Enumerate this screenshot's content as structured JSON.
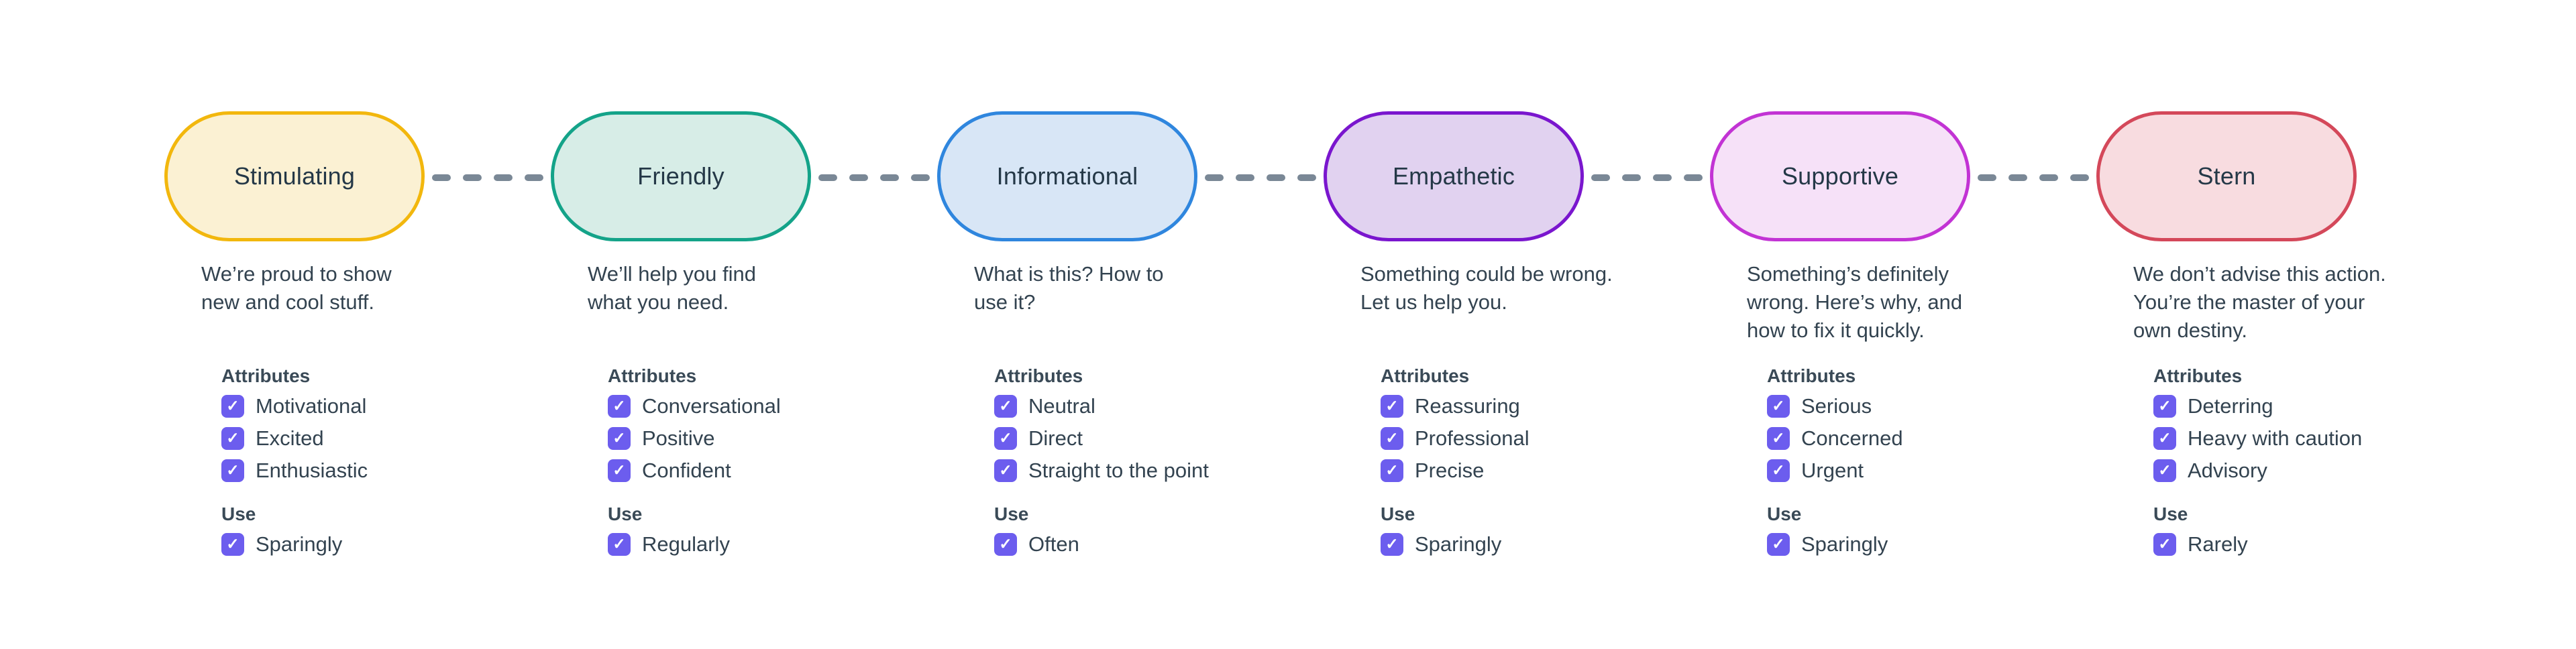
{
  "labels": {
    "attributes": "Attributes",
    "use": "Use"
  },
  "checkmark": "✓",
  "colors": {
    "dash": "#7A8896",
    "checkbox": "#6C5DEE",
    "text": "#334350",
    "heading": "#3A4A57"
  },
  "tones": [
    {
      "label": "Stimulating",
      "description": "We’re proud to show\nnew and cool stuff.",
      "border_color": "#F2B70D",
      "fill_color": "#FBF1D3",
      "attributes": [
        "Motivational",
        "Excited",
        "Enthusiastic"
      ],
      "use": "Sparingly"
    },
    {
      "label": "Friendly",
      "description": "We’ll help you find\nwhat you need.",
      "border_color": "#14A389",
      "fill_color": "#D7EDE7",
      "attributes": [
        "Conversational",
        "Positive",
        "Confident"
      ],
      "use": "Regularly"
    },
    {
      "label": "Informational",
      "description": "What is this? How to\nuse it?",
      "border_color": "#2F86DE",
      "fill_color": "#D8E6F6",
      "attributes": [
        "Neutral",
        "Direct",
        "Straight to the point"
      ],
      "use": "Often"
    },
    {
      "label": "Empathetic",
      "description": "Something could be wrong.\nLet us help you.",
      "border_color": "#7A16CE",
      "fill_color": "#E1D2F0",
      "attributes": [
        "Reassuring",
        "Professional",
        "Precise"
      ],
      "use": "Sparingly"
    },
    {
      "label": "Supportive",
      "description": "Something’s definitely\nwrong. Here’s why, and\nhow to fix it quickly.",
      "border_color": "#C233D4",
      "fill_color": "#F6E1F8",
      "attributes": [
        "Serious",
        "Concerned",
        "Urgent"
      ],
      "use": "Sparingly"
    },
    {
      "label": "Stern",
      "description": "We don’t advise this action.\nYou’re the master of your\nown destiny.",
      "border_color": "#D4485A",
      "fill_color": "#F8DCE0",
      "attributes": [
        "Deterring",
        "Heavy with caution",
        "Advisory"
      ],
      "use": "Rarely"
    }
  ]
}
